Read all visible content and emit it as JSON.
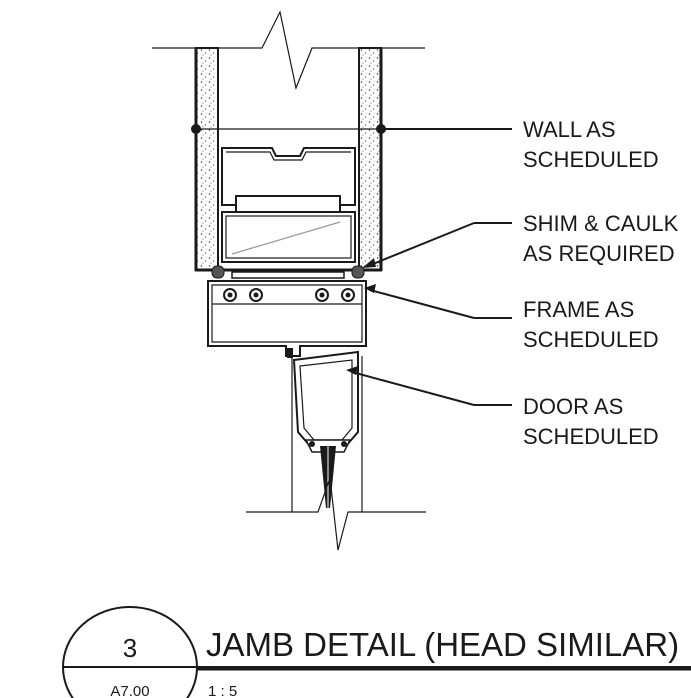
{
  "callouts": [
    {
      "line1": "WALL AS",
      "line2": "SCHEDULED"
    },
    {
      "line1": "SHIM & CAULK",
      "line2": "AS REQUIRED"
    },
    {
      "line1": "FRAME AS",
      "line2": "SCHEDULED"
    },
    {
      "line1": "DOOR AS",
      "line2": "SCHEDULED"
    }
  ],
  "title_block": {
    "detail_number": "3",
    "sheet_number": "A7.00",
    "title": "JAMB DETAIL (HEAD SIMILAR)",
    "scale": "1 : 5"
  }
}
